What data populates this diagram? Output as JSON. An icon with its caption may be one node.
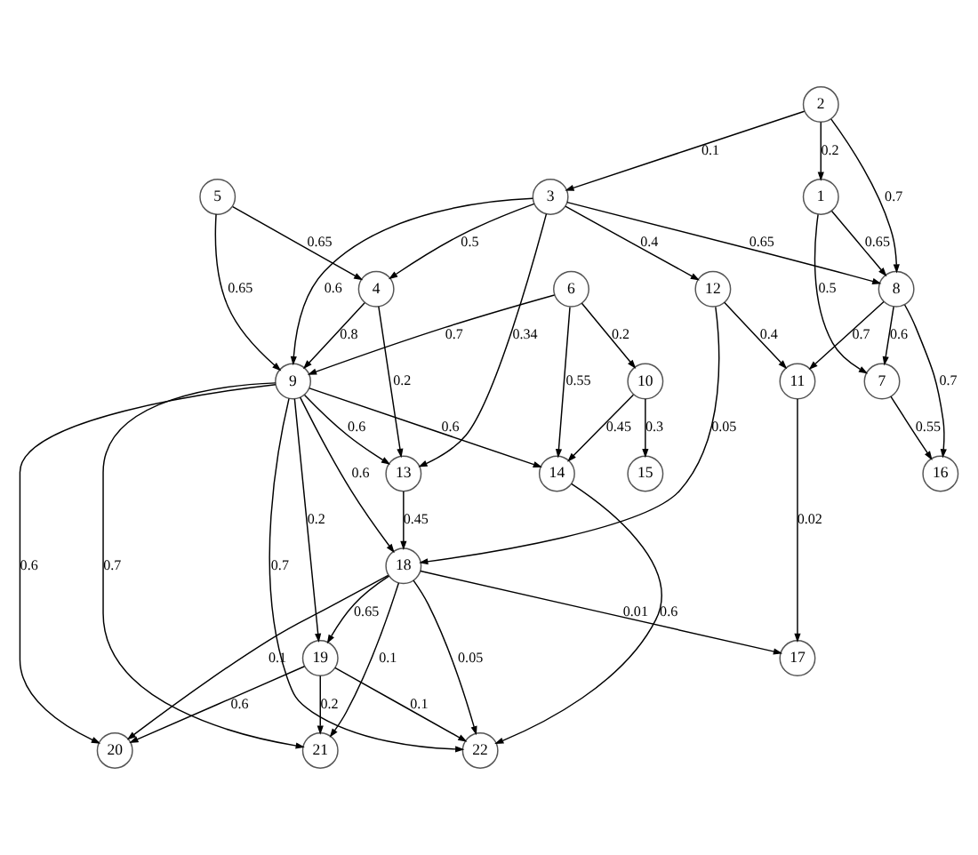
{
  "diagram": {
    "nodes": [
      {
        "text": [
          "1"
        ]
      },
      {
        "text": [
          "2"
        ]
      },
      {
        "text": [
          "3"
        ]
      },
      {
        "text": [
          "4"
        ]
      },
      {
        "text": [
          "5"
        ]
      },
      {
        "text": [
          "6"
        ]
      },
      {
        "text": [
          "7"
        ]
      },
      {
        "text": [
          "8"
        ]
      },
      {
        "text": [
          "9"
        ]
      },
      {
        "text": [
          "10"
        ]
      },
      {
        "text": [
          "11"
        ]
      },
      {
        "text": [
          "12"
        ]
      },
      {
        "text": [
          "13"
        ]
      },
      {
        "text": [
          "14"
        ]
      },
      {
        "text": [
          "15"
        ]
      },
      {
        "text": [
          "16"
        ]
      },
      {
        "text": [
          "17"
        ]
      },
      {
        "text": [
          "18"
        ]
      },
      {
        "text": [
          "19"
        ]
      },
      {
        "text": [
          "20"
        ]
      },
      {
        "text": [
          "21"
        ]
      },
      {
        "text": [
          "22"
        ]
      }
    ],
    "edges": [
      {
        "from": 1,
        "to": 0,
        "arrow": "to",
        "label": "0.2"
      },
      {
        "from": 1,
        "to": 7,
        "arrow": "to",
        "label": "0.7"
      },
      {
        "from": 1,
        "to": 2,
        "arrow": "to",
        "label": "0.1"
      },
      {
        "from": 0,
        "to": 7,
        "arrow": "to",
        "label": "0.65"
      },
      {
        "from": 0,
        "to": 6,
        "arrow": "to",
        "label": "0.5"
      },
      {
        "from": 2,
        "to": 7,
        "arrow": "to",
        "label": "0.65"
      },
      {
        "from": 2,
        "to": 11,
        "arrow": "to",
        "label": "0.4"
      },
      {
        "from": 2,
        "to": 12,
        "arrow": "to",
        "label": "0.34"
      },
      {
        "from": 2,
        "to": 8,
        "arrow": "to",
        "label": "0.6"
      },
      {
        "from": 2,
        "to": 3,
        "arrow": "to",
        "label": "0.5"
      },
      {
        "from": 4,
        "to": 3,
        "arrow": "to",
        "label": "0.65"
      },
      {
        "from": 4,
        "to": 8,
        "arrow": "to",
        "label": "0.65"
      },
      {
        "from": 5,
        "to": 8,
        "arrow": "to",
        "label": "0.7"
      },
      {
        "from": 5,
        "to": 9,
        "arrow": "to",
        "label": "0.2"
      },
      {
        "from": 5,
        "to": 13,
        "arrow": "to",
        "label": "0.55"
      },
      {
        "from": 9,
        "to": 14,
        "arrow": "to",
        "label": "0.3"
      },
      {
        "from": 9,
        "to": 13,
        "arrow": "to",
        "label": "0.45"
      },
      {
        "from": 3,
        "to": 8,
        "arrow": "to",
        "label": "0.8"
      },
      {
        "from": 3,
        "to": 12,
        "arrow": "to",
        "label": "0.2"
      },
      {
        "from": 7,
        "to": 6,
        "arrow": "to",
        "label": "0.6"
      },
      {
        "from": 7,
        "to": 15,
        "arrow": "to",
        "label": "0.7"
      },
      {
        "from": 7,
        "to": 10,
        "arrow": "to",
        "label": "0.7"
      },
      {
        "from": 6,
        "to": 15,
        "arrow": "to",
        "label": "0.55"
      },
      {
        "from": 11,
        "to": 10,
        "arrow": "to",
        "label": "0.4"
      },
      {
        "from": 11,
        "to": 17,
        "arrow": "to",
        "label": "0.05"
      },
      {
        "from": 10,
        "to": 16,
        "arrow": "to",
        "label": "0.02"
      },
      {
        "from": 8,
        "to": 12,
        "arrow": "to",
        "label": "0.6"
      },
      {
        "from": 8,
        "to": 17,
        "arrow": "to",
        "label": "0.6"
      },
      {
        "from": 8,
        "to": 13,
        "arrow": "to",
        "label": "0.6"
      },
      {
        "from": 8,
        "to": 18,
        "arrow": "to",
        "label": "0.2"
      },
      {
        "from": 8,
        "to": 19,
        "arrow": "to",
        "label": "0.6"
      },
      {
        "from": 8,
        "to": 20,
        "arrow": "to",
        "label": "0.7"
      },
      {
        "from": 8,
        "to": 21,
        "arrow": "to",
        "label": "0.7"
      },
      {
        "from": 12,
        "to": 17,
        "arrow": "to",
        "label": "0.45"
      },
      {
        "from": 13,
        "to": 21,
        "arrow": "to",
        "label": "0.6"
      },
      {
        "from": 17,
        "to": 16,
        "arrow": "to",
        "label": "0.01"
      },
      {
        "from": 17,
        "to": 19,
        "arrow": "to",
        "label": "0.1"
      },
      {
        "from": 17,
        "to": 20,
        "arrow": "to",
        "label": "0.1"
      },
      {
        "from": 17,
        "to": 21,
        "arrow": "to",
        "label": "0.05"
      },
      {
        "from": 17,
        "to": 18,
        "arrow": "to",
        "label": "0.65"
      },
      {
        "from": 18,
        "to": 19,
        "arrow": "to",
        "label": "0.6"
      },
      {
        "from": 18,
        "to": 20,
        "arrow": "to",
        "label": "0.2"
      },
      {
        "from": 18,
        "to": 21,
        "arrow": "to",
        "label": "0.1"
      }
    ]
  }
}
